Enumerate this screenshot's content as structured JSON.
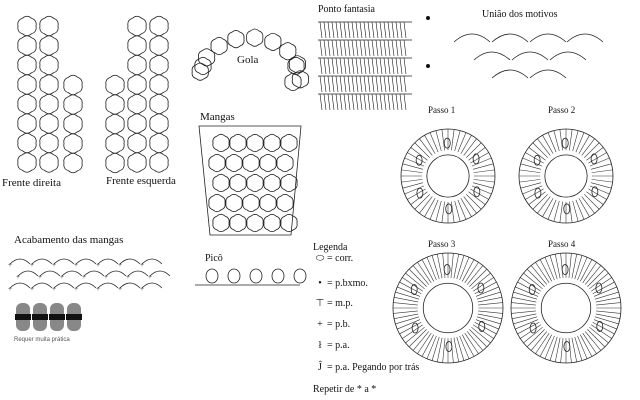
{
  "sections": {
    "frente_direita": "Frente direita",
    "frente_esquerda": "Frente esquerda",
    "gola": "Gola",
    "ponto_fantasia": "Ponto fantasia",
    "uniao": "União dos motivos",
    "mangas": "Mangas",
    "passo1": "Passo 1",
    "passo2": "Passo 2",
    "passo3": "Passo 3",
    "passo4": "Passo 4",
    "acabamento": "Acabamento das mangas",
    "pico": "Picô",
    "difficulty": "Requer muita prática"
  },
  "legend": {
    "title": "Legenda",
    "items": [
      {
        "symbol": "oval",
        "glyph": "⬭",
        "text": "= corr."
      },
      {
        "symbol": "dot",
        "glyph": "•",
        "text": "= p.bxmo."
      },
      {
        "symbol": "tall-stitch",
        "glyph": "⊤",
        "text": "= m.p."
      },
      {
        "symbol": "cross",
        "glyph": "+",
        "text": "= p.b."
      },
      {
        "symbol": "dc",
        "glyph": "ł",
        "text": "= p.a."
      },
      {
        "symbol": "dc-back",
        "glyph": "Ĵ",
        "text": "= p.a. Pegando por trás"
      }
    ],
    "repeat": "Repetir de * a *"
  },
  "difficulty_level": 4
}
